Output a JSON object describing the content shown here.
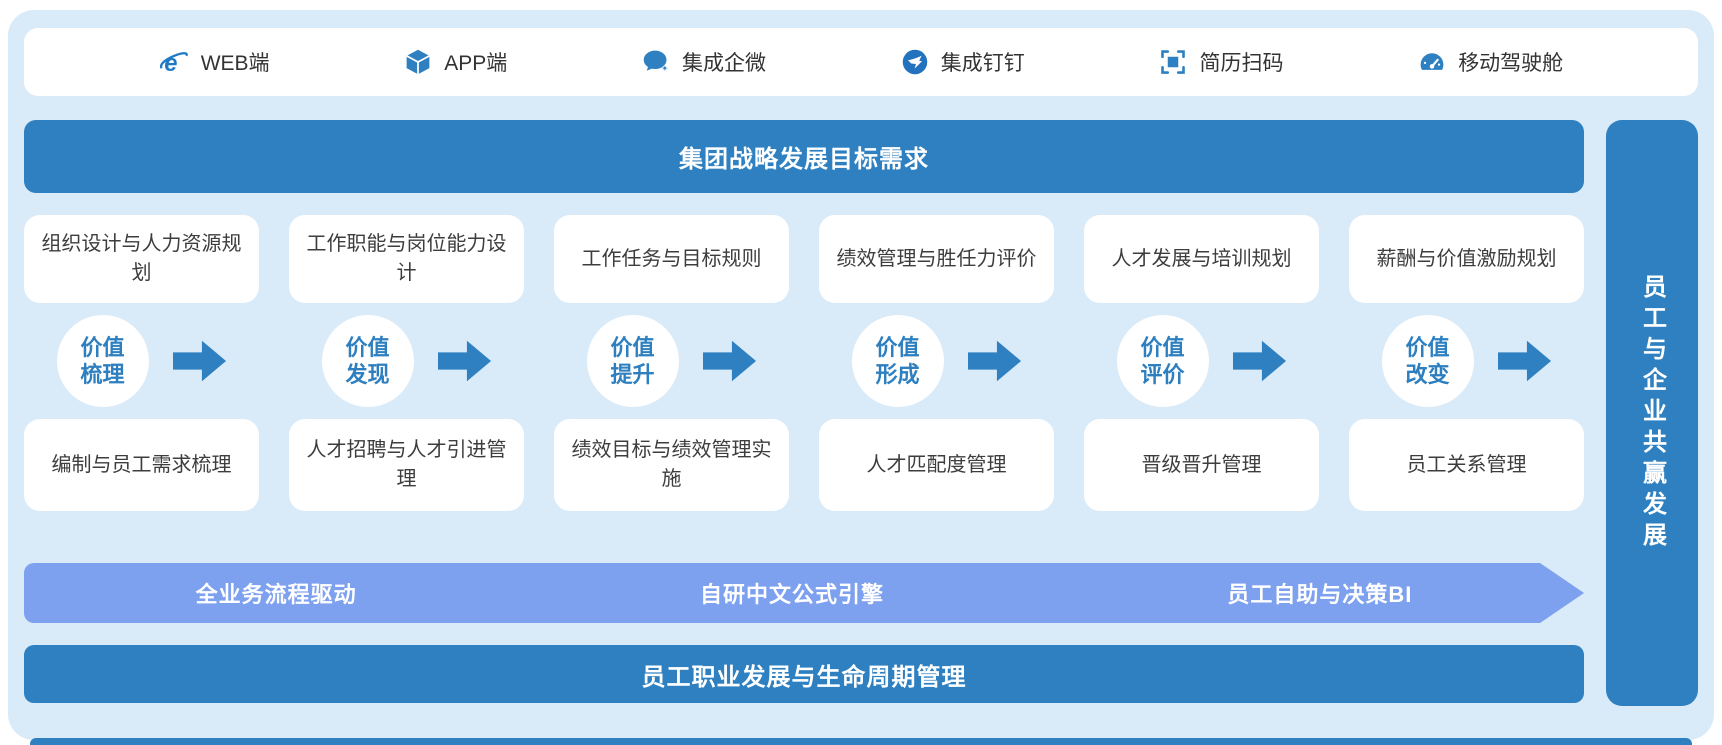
{
  "colors": {
    "container_bg": "#d9eaf8",
    "banner_blue": "#2e80c1",
    "arrow_banner_blue": "#7ea1ef",
    "accent_text_blue": "#2d7fc0",
    "card_text": "#3d3d3d"
  },
  "top_bar": {
    "items": [
      {
        "icon": "ie-browser-icon",
        "label": "WEB端"
      },
      {
        "icon": "cube-icon",
        "label": "APP端"
      },
      {
        "icon": "wecom-chat-icon",
        "label": "集成企微"
      },
      {
        "icon": "dingtalk-icon",
        "label": "集成钉钉"
      },
      {
        "icon": "scan-code-icon",
        "label": "简历扫码"
      },
      {
        "icon": "dashboard-icon",
        "label": "移动驾驶舱"
      }
    ]
  },
  "top_banner": {
    "label": "集团战略发展目标需求"
  },
  "planning_cards": [
    "组织设计与人力资源规划",
    "工作职能与岗位能力设计",
    "工作任务与目标规则",
    "绩效管理与胜任力评价",
    "人才发展与培训规划",
    "薪酬与价值激励规划"
  ],
  "value_chain": [
    {
      "line1": "价值",
      "line2": "梳理"
    },
    {
      "line1": "价值",
      "line2": "发现"
    },
    {
      "line1": "价值",
      "line2": "提升"
    },
    {
      "line1": "价值",
      "line2": "形成"
    },
    {
      "line1": "价值",
      "line2": "评价"
    },
    {
      "line1": "价值",
      "line2": "改变"
    }
  ],
  "execution_cards": [
    "编制与员工需求梳理",
    "人才招聘与人才引进管理",
    "绩效目标与绩效管理实施",
    "人才匹配度管理",
    "晋级晋升管理",
    "员工关系管理"
  ],
  "arrow_banner": {
    "labels": [
      "全业务流程驱动",
      "自研中文公式引擎",
      "员工自助与决策BI"
    ]
  },
  "bottom_banner": {
    "label": "员工职业发展与生命周期管理"
  },
  "right_banner": {
    "label": "员工与企业共赢发展"
  }
}
